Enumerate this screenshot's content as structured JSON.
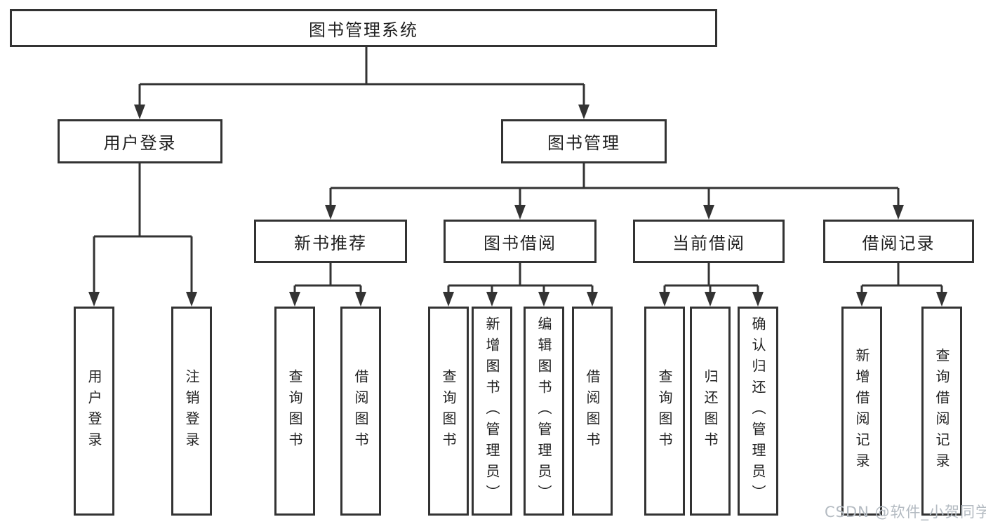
{
  "tree": {
    "label": "图书管理系统",
    "children": [
      {
        "label": "用户登录",
        "children": [
          {
            "label": "用户登录"
          },
          {
            "label": "注销登录"
          }
        ]
      },
      {
        "label": "图书管理",
        "children": [
          {
            "label": "新书推荐",
            "children": [
              {
                "label": "查询图书"
              },
              {
                "label": "借阅图书"
              }
            ]
          },
          {
            "label": "图书借阅",
            "children": [
              {
                "label": "查询图书"
              },
              {
                "label": "新增图书（管理员）"
              },
              {
                "label": "编辑图书（管理员）"
              },
              {
                "label": "借阅图书"
              }
            ]
          },
          {
            "label": "当前借阅",
            "children": [
              {
                "label": "查询图书"
              },
              {
                "label": "归还图书"
              },
              {
                "label": "确认归还（管理员）"
              }
            ]
          },
          {
            "label": "借阅记录",
            "children": [
              {
                "label": "新增借阅记录"
              },
              {
                "label": "查询借阅记录"
              }
            ]
          }
        ]
      }
    ]
  },
  "watermark": "CSDN @软件_小贺同学",
  "colors": {
    "line": "#333333",
    "box_border": "#333333",
    "text": "#1f1f1f",
    "watermark": "#b4bbc2",
    "background": "#ffffff"
  }
}
